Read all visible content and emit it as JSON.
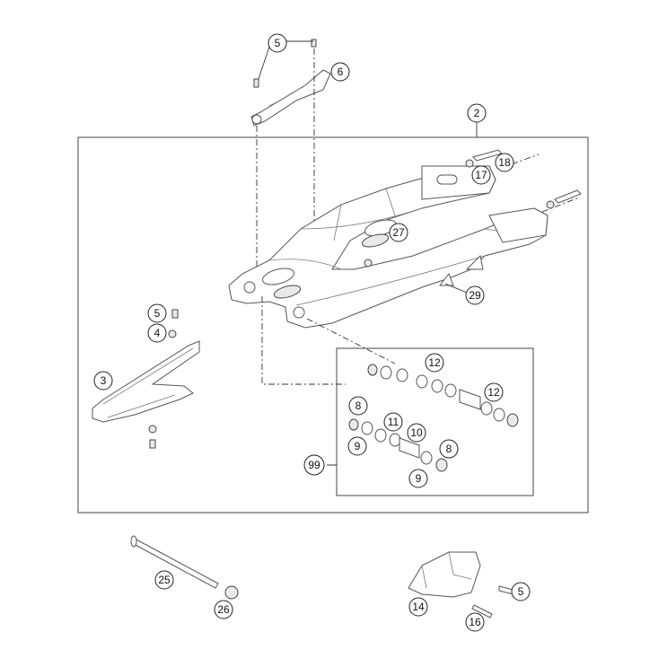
{
  "diagram": {
    "type": "exploded parts diagram - swingarm",
    "callouts": [
      "5",
      "6",
      "2",
      "17",
      "18",
      "27",
      "29",
      "5",
      "4",
      "3",
      "12",
      "12",
      "8",
      "11",
      "10",
      "9",
      "8",
      "9",
      "99",
      "25",
      "26",
      "14",
      "5",
      "16"
    ]
  }
}
